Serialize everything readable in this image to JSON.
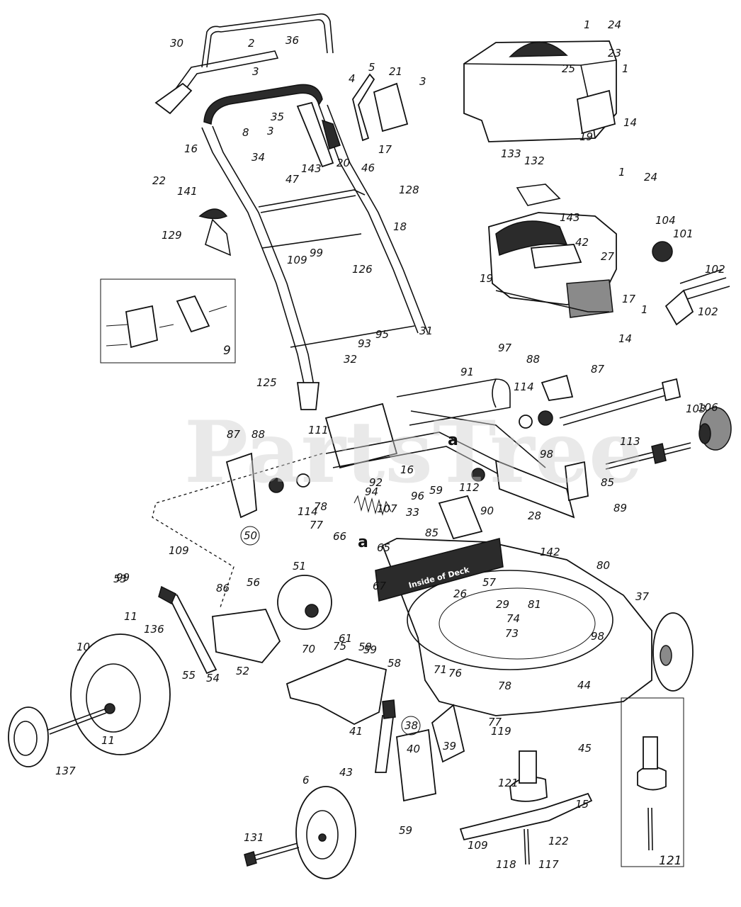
{
  "watermark": "PartsTree",
  "deck_label": "Inside of Deck",
  "callouts": [
    "a",
    "a"
  ],
  "circled_labels": [
    "50",
    "38"
  ],
  "inset_labels": [
    "9",
    "121"
  ],
  "part_labels": [
    "1",
    "24",
    "23",
    "25",
    "1",
    "14",
    "19",
    "30",
    "2",
    "36",
    "3",
    "5",
    "4",
    "21",
    "3",
    "8",
    "35",
    "3",
    "16",
    "20",
    "46",
    "17",
    "143",
    "22",
    "34",
    "141",
    "47",
    "128",
    "133",
    "132",
    "143",
    "1",
    "24",
    "104",
    "101",
    "129",
    "109",
    "99",
    "18",
    "42",
    "27",
    "19",
    "102",
    "17",
    "1",
    "102",
    "126",
    "14",
    "97",
    "31",
    "95",
    "93",
    "32",
    "91",
    "88",
    "87",
    "125",
    "114",
    "106",
    "103",
    "87",
    "88",
    "111",
    "16",
    "98",
    "113",
    "92",
    "112",
    "85",
    "114",
    "94",
    "96",
    "59",
    "90",
    "89",
    "78",
    "107",
    "33",
    "28",
    "77",
    "66",
    "85",
    "65",
    "142",
    "109",
    "99",
    "80",
    "53",
    "86",
    "51",
    "56",
    "67",
    "26",
    "57",
    "29",
    "81",
    "74",
    "37",
    "73",
    "59",
    "136",
    "11",
    "10",
    "98",
    "61",
    "55",
    "54",
    "52",
    "70",
    "75",
    "59",
    "58",
    "71",
    "76",
    "78",
    "77",
    "44",
    "45",
    "137",
    "11",
    "41",
    "40",
    "119",
    "39",
    "43",
    "121",
    "6",
    "15",
    "59",
    "131",
    "109",
    "122",
    "118",
    "117"
  ]
}
